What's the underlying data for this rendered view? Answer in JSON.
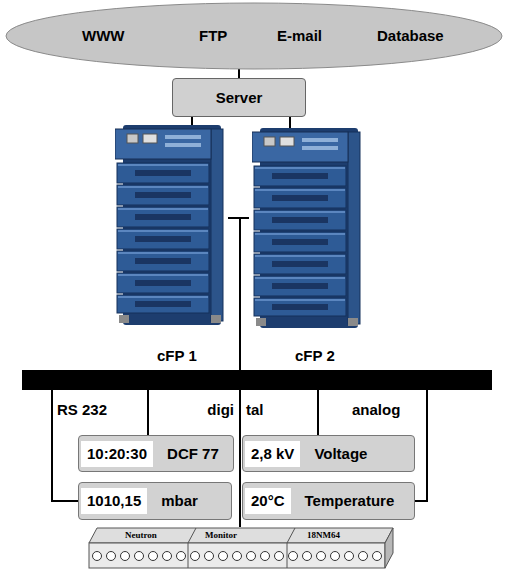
{
  "diagram": {
    "nodes": [
      {
        "text": [
          "WWW",
          "FTP",
          "E-mail",
          "Database"
        ]
      },
      {
        "text": [
          "Server"
        ]
      },
      {
        "text": [
          "cFP 1"
        ]
      },
      {
        "text": [
          "cFP 2"
        ]
      },
      {
        "text": [
          "10:20:30",
          "DCF 77"
        ]
      },
      {
        "text": [
          "2,8 kV",
          "Voltage"
        ]
      },
      {
        "text": [
          "1010,15",
          "mbar"
        ]
      },
      {
        "text": [
          "20°C",
          "Temperature"
        ]
      },
      {
        "text": [
          "Neutron",
          "Monitor",
          "18NM64"
        ]
      }
    ],
    "edges": [
      {
        "from": 0,
        "to": 1,
        "arrow": "none"
      },
      {
        "from": 1,
        "to": 2,
        "arrow": "none"
      },
      {
        "from": 1,
        "to": 3,
        "arrow": "none"
      },
      {
        "from": 2,
        "to": 3,
        "arrow": "none"
      },
      {
        "from": 2,
        "to": 4,
        "arrow": "none"
      },
      {
        "from": 2,
        "to": 5,
        "arrow": "none"
      },
      {
        "from": 2,
        "to": 6,
        "arrow": "none"
      },
      {
        "from": 2,
        "to": 7,
        "arrow": "none"
      },
      {
        "from": 2,
        "to": 8,
        "arrow": "none"
      },
      {
        "from": 3,
        "to": 4,
        "arrow": "none"
      },
      {
        "from": 3,
        "to": 5,
        "arrow": "none"
      },
      {
        "from": 3,
        "to": 6,
        "arrow": "none"
      },
      {
        "from": 3,
        "to": 7,
        "arrow": "none"
      },
      {
        "from": 3,
        "to": 8,
        "arrow": "none"
      }
    ],
    "labels": [
      "RS 232",
      "digi",
      "tal",
      "analog"
    ]
  }
}
